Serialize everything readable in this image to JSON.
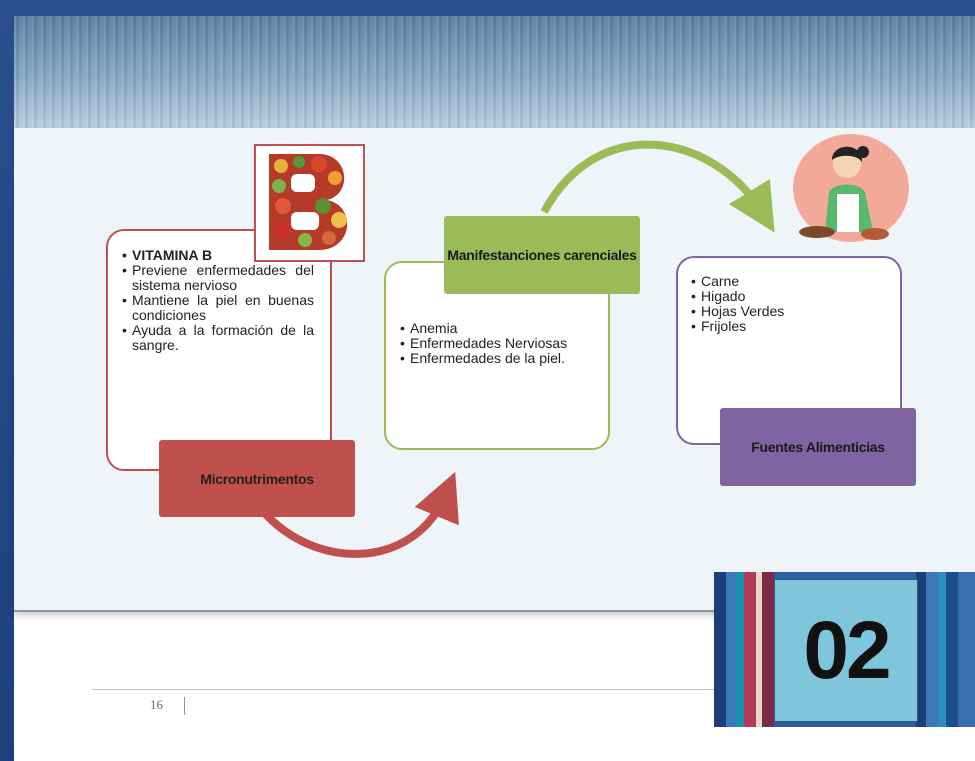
{
  "slide": {
    "box1": {
      "items": [
        "VITAMINA B",
        "Previene enfermedades del sistema nervioso",
        "Mantiene la piel en buenas condiciones",
        "Ayuda a la formación de la sangre."
      ],
      "label": "Micronutrimentos"
    },
    "box2": {
      "items": [
        "Anemia",
        "Enfermedades Nerviosas",
        "Enfermedades de la piel."
      ],
      "label": "Manifestanciones carenciales"
    },
    "box3": {
      "items": [
        "Carne",
        "Higado",
        "Hojas Verdes",
        "Frijoles"
      ],
      "label": "Fuentes Alimenticias"
    },
    "badge_number": "02",
    "page_number": "16"
  },
  "colors": {
    "red": "#c0504d",
    "green": "#9bbb59",
    "purple": "#8064a2",
    "badge": "#7fc6dc"
  },
  "images": {
    "vitamin_b": "letter-b-made-of-fruits-and-vegetables",
    "cook": "woman-cooking-illustration"
  }
}
